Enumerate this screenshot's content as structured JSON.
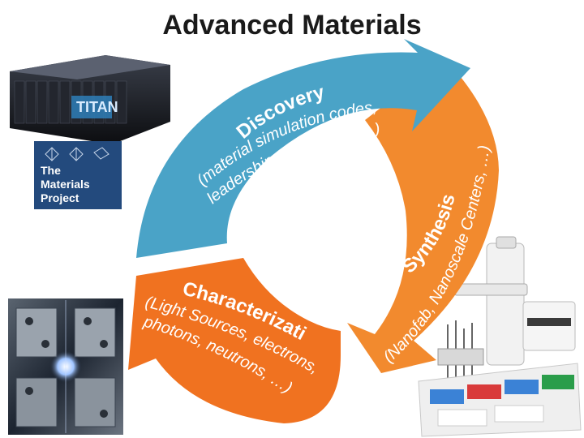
{
  "title": "Advanced Materials",
  "stages": {
    "discovery": {
      "title": "Discovery",
      "line1": "(material simulation codes,",
      "line2": "leadership computing, …)",
      "color": "#4aa3c7"
    },
    "synthesis": {
      "title": "Synthesis",
      "line1": "(Nanofab, Nanoscale Centers, …)",
      "color": "#f28a2e"
    },
    "characterization": {
      "title": "Characterization",
      "line1": "(Light Sources, electrons,",
      "line2": "photons, neutrons, …)",
      "color": "#f07220"
    }
  },
  "logo": {
    "line1": "The",
    "line2": "Materials",
    "line3": "Project",
    "color": "#234a7d"
  },
  "images": {
    "supercomputer": "supercomputer-rack-image",
    "beamline": "beamline-chamber-image",
    "lab_robot": "lab-robot-pipettes-image"
  }
}
